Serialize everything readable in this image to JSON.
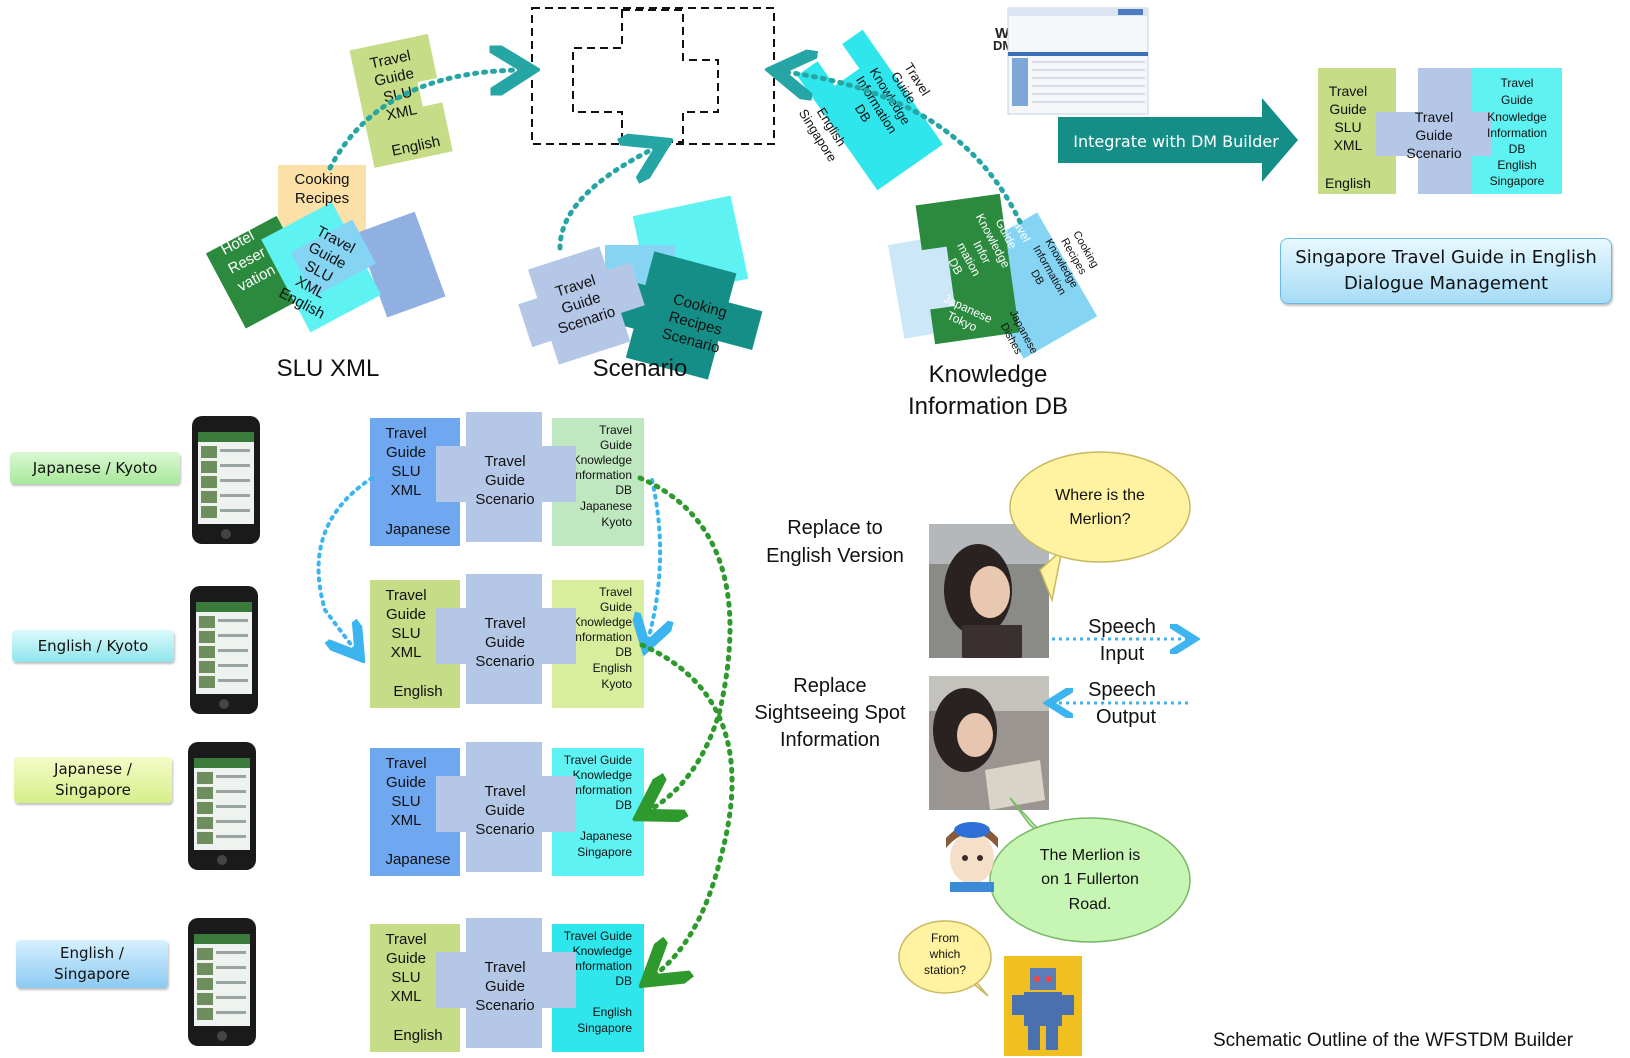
{
  "top": {
    "slu_stack": {
      "front": [
        "Travel",
        "Guide",
        "SLU",
        "XML",
        "English"
      ],
      "cooking": [
        "Cooking",
        "Recipes"
      ],
      "hotel": [
        "Hotel",
        "Reser",
        "vation"
      ]
    },
    "slu_floating": [
      "Travel",
      "Guide",
      "SLU",
      "XML",
      "English"
    ],
    "scenario_stack": {
      "travel": [
        "Travel",
        "Guide",
        "Scenario"
      ],
      "cooking": [
        "Cooking",
        "Recipes",
        "Scenario"
      ]
    },
    "kidb_floating": [
      "Travel",
      "Guide",
      "Knowledge",
      "Information",
      "DB",
      "English",
      "Singapore"
    ],
    "kidb_stack": {
      "dark": [
        "Travel",
        "Guide",
        "Knowledge",
        "Infor",
        "mation",
        "DB",
        "Japanese",
        "Tokyo"
      ],
      "light": [
        "Cooking",
        "Recipes",
        "Knowledge",
        "Information",
        "DB",
        "Japanese",
        "Dishes"
      ]
    },
    "caption_slu": "SLU XML",
    "caption_scenario": "Scenario",
    "caption_kidb": [
      "Knowledge",
      "Information DB"
    ],
    "builder_logo": [
      "WFST",
      "DM Builder"
    ],
    "integrate_label": "Integrate with DM Builder",
    "result": {
      "slu": [
        "Travel",
        "Guide",
        "SLU",
        "XML",
        "English"
      ],
      "scenario": [
        "Travel",
        "Guide",
        "Scenario"
      ],
      "kidb": [
        "Travel",
        "Guide",
        "Knowledge",
        "Information",
        "DB",
        "English",
        "Singapore"
      ]
    },
    "result_label": [
      "Singapore Travel Guide in English",
      "Dialogue Management"
    ]
  },
  "rows": [
    {
      "label": [
        "Japanese / Kyoto"
      ],
      "slu": [
        "Travel",
        "Guide",
        "SLU",
        "XML",
        "Japanese"
      ],
      "scenario": [
        "Travel",
        "Guide",
        "Scenario"
      ],
      "kidb": [
        "Travel",
        "Guide",
        "Knowledge",
        "Information",
        "DB",
        "Japanese",
        "Kyoto"
      ]
    },
    {
      "label": [
        "English / Kyoto"
      ],
      "slu": [
        "Travel",
        "Guide",
        "SLU",
        "XML",
        "English"
      ],
      "scenario": [
        "Travel",
        "Guide",
        "Scenario"
      ],
      "kidb": [
        "Travel",
        "Guide",
        "Knowledge",
        "Information",
        "DB",
        "English",
        "Kyoto"
      ]
    },
    {
      "label": [
        "Japanese /",
        "Singapore"
      ],
      "slu": [
        "Travel",
        "Guide",
        "SLU",
        "XML",
        "Japanese"
      ],
      "scenario": [
        "Travel",
        "Guide",
        "Scenario"
      ],
      "kidb": [
        "Travel Guide",
        "Knowledge",
        "Information",
        "DB",
        "Japanese",
        "Singapore"
      ]
    },
    {
      "label": [
        "English /",
        "Singapore"
      ],
      "slu": [
        "Travel",
        "Guide",
        "SLU",
        "XML",
        "English"
      ],
      "scenario": [
        "Travel",
        "Guide",
        "Scenario"
      ],
      "kidb": [
        "Travel Guide",
        "Knowledge",
        "Information",
        "DB",
        "English",
        "Singapore"
      ]
    }
  ],
  "right": {
    "replace_english": [
      "Replace to",
      "English Version"
    ],
    "replace_spot": [
      "Replace",
      "Sightseeing Spot",
      "Information"
    ],
    "bubble_where": [
      "Where is the",
      "Merlion?"
    ],
    "speech_input": [
      "Speech",
      "Input"
    ],
    "speech_output": [
      "Speech",
      "Output"
    ],
    "bubble_merlion": [
      "The Merlion is",
      "on 1 Fullerton",
      "Road."
    ],
    "bubble_station": [
      "From",
      "which",
      "station?"
    ]
  },
  "footer": "Schematic Outline of  the WFSTDM Builder",
  "colors": {
    "slu_green": "#c6dc86",
    "slu_blue": "#6fa8f0",
    "scenario": "#b4c7e7",
    "kidb_light_green": "#bfe8c0",
    "kidb_cyan": "#5ff2f2",
    "teal_arrow": "#26a5a5",
    "blue_dashed": "#3cb4f0",
    "green_dashed": "#2e9a2e",
    "dark_green": "#2b8a3e",
    "teal": "#168e88"
  }
}
